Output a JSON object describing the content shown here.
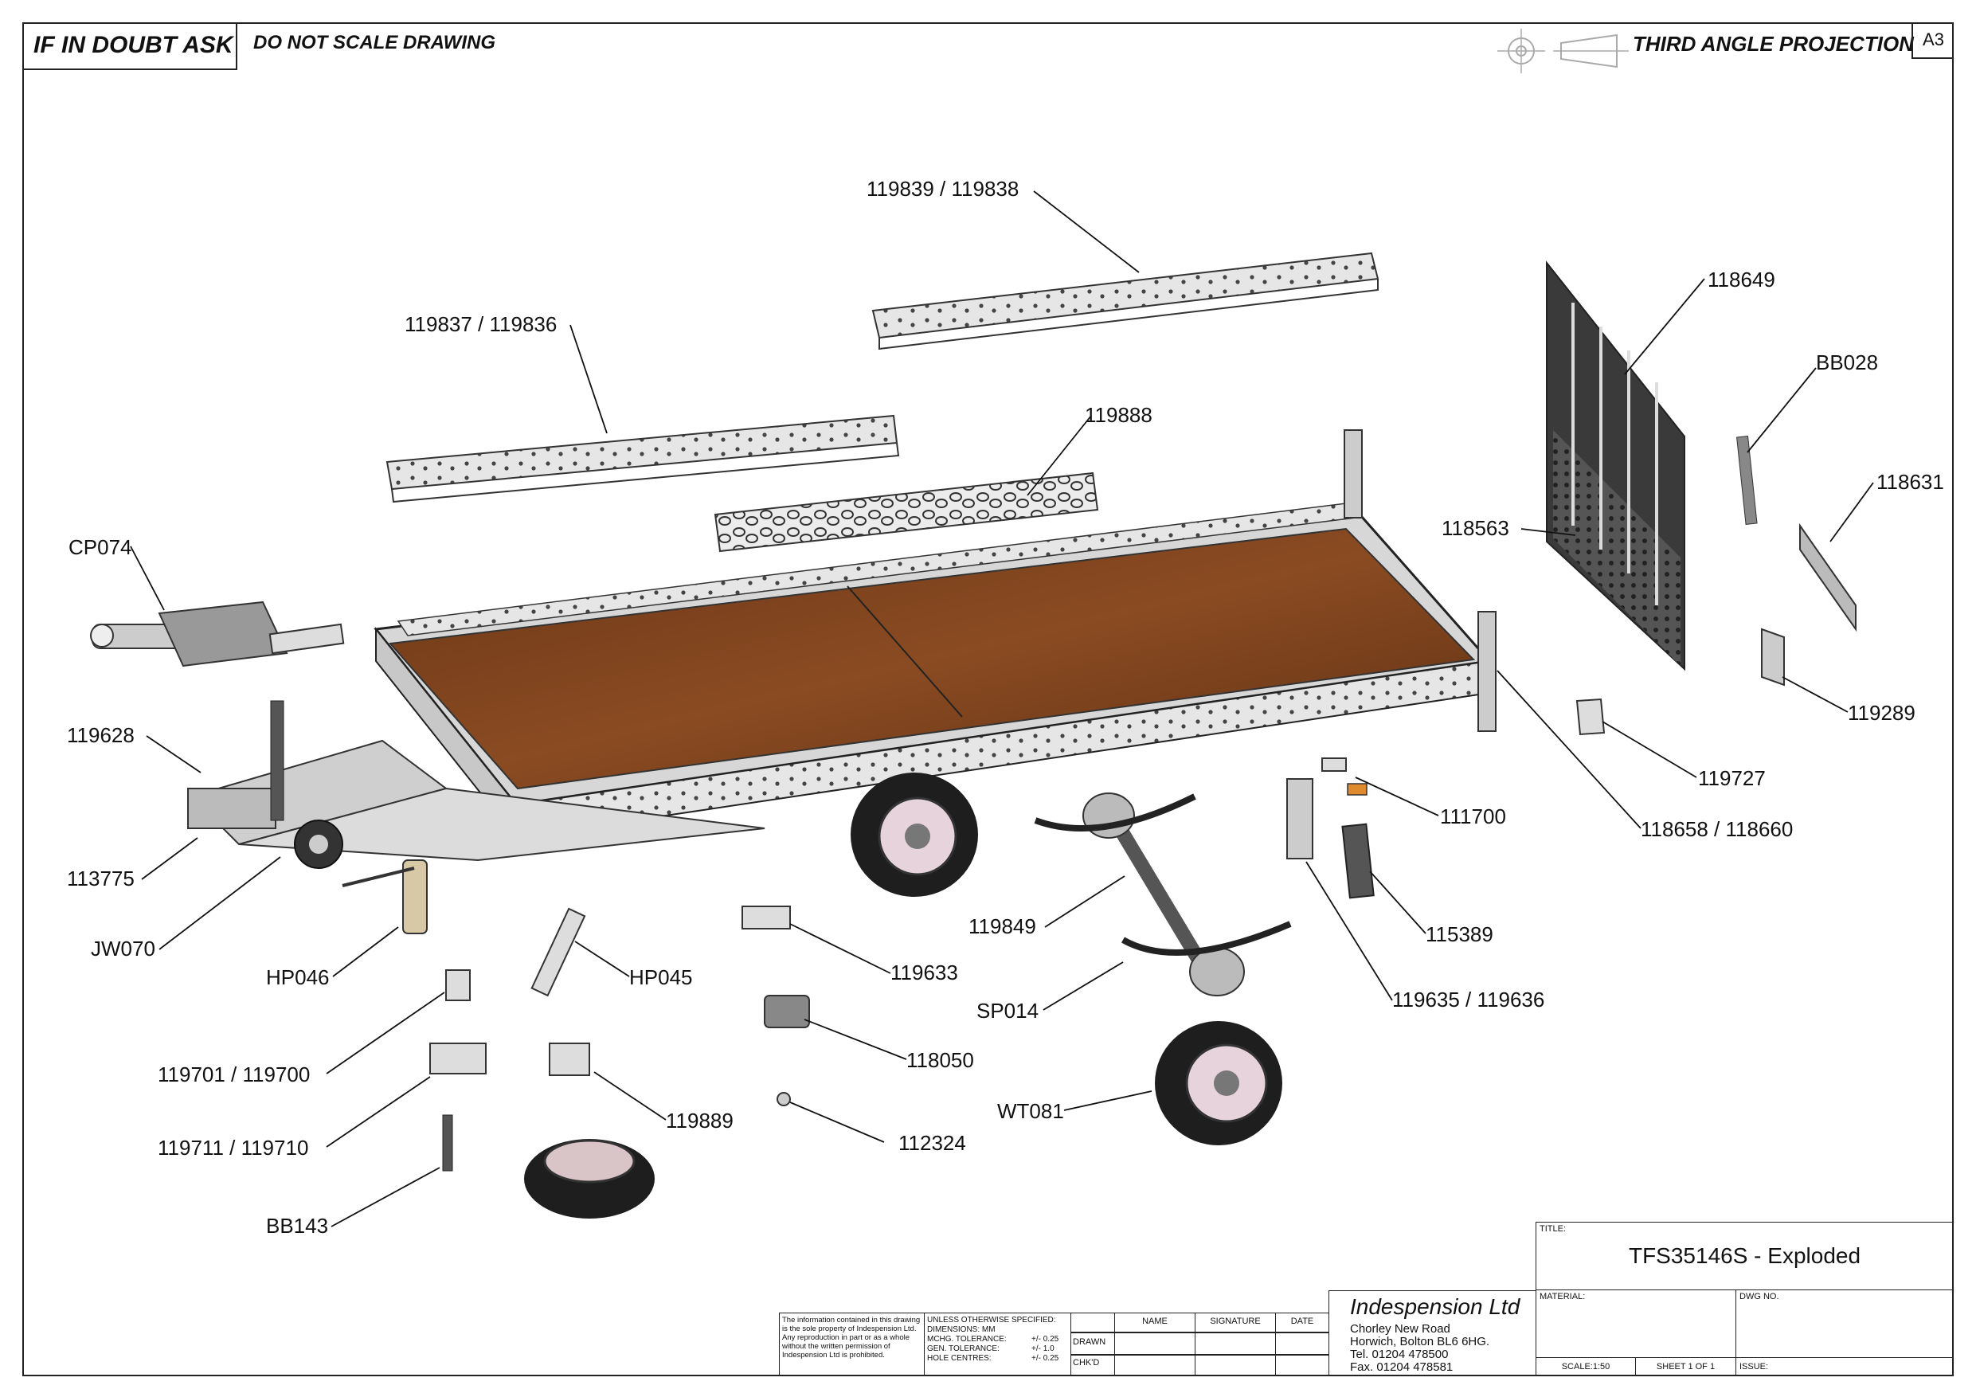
{
  "header": {
    "if_in_doubt": "IF IN DOUBT ASK",
    "do_not_scale": "DO NOT SCALE DRAWING",
    "projection": "THIRD ANGLE PROJECTION",
    "sheet_size": "A3"
  },
  "callouts": {
    "c119839": "119839 / 119838",
    "c119837": "119837 / 119836",
    "c119888": "119888",
    "c118649": "118649",
    "cBB028": "BB028",
    "c118631": "118631",
    "c118563": "118563",
    "cCP074": "CP074",
    "c119289": "119289",
    "c119628": "119628",
    "c119727": "119727",
    "c111700": "111700",
    "c118658": "118658 / 118660",
    "c113775": "113775",
    "c115389": "115389",
    "c119849": "119849",
    "cJW070": "JW070",
    "c119633": "119633",
    "cHP046": "HP046",
    "cHP045": "HP045",
    "cSP014": "SP014",
    "c119635": "119635 / 119636",
    "c118050": "118050",
    "c119701": "119701 / 119700",
    "cWT081": "WT081",
    "c119889": "119889",
    "c112324": "112324",
    "c119711": "119711 / 119710",
    "cBB143": "BB143"
  },
  "title_block": {
    "notice": "The information contained in this drawing is the sole property of Indespension Ltd. Any reproduction in part or as a whole without the written permission of Indespension Ltd is prohibited.",
    "unless": "UNLESS OTHERWISE SPECIFIED:",
    "dimensions": "DIMENSIONS: MM",
    "mchg_label": "MCHG. TOLERANCE:",
    "mchg_value": "+/- 0.25",
    "gen_label": "GEN. TOLERANCE:",
    "gen_value": "+/- 1.0",
    "hole_label": "HOLE CENTRES:",
    "hole_value": "+/- 0.25",
    "col_name": "NAME",
    "col_signature": "SIGNATURE",
    "col_date": "DATE",
    "row_drawn": "DRAWN",
    "row_chkd": "CHK'D",
    "company": "Indespension Ltd",
    "addr1": "Chorley New Road",
    "addr2": "Horwich, Bolton BL6 6HG.",
    "tel": "Tel. 01204 478500",
    "fax": "Fax. 01204 478581",
    "title_label": "TITLE:",
    "title": "TFS35146S - Exploded",
    "material_label": "MATERIAL:",
    "dwg_label": "DWG NO.",
    "scale": "SCALE:1:50",
    "sheet": "SHEET 1 OF 1",
    "issue_label": "ISSUE:"
  }
}
